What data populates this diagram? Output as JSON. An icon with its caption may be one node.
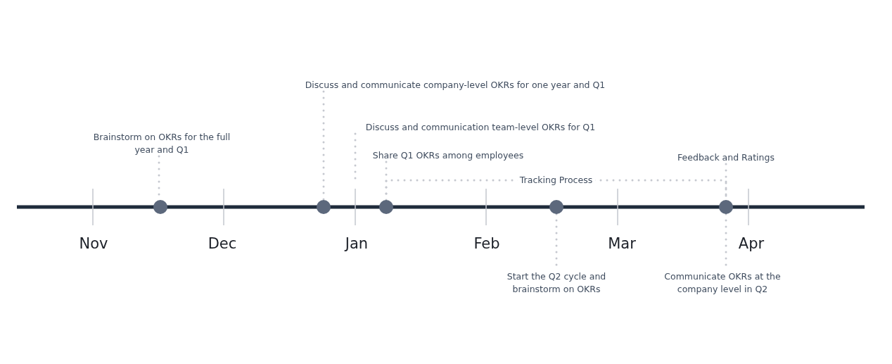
{
  "diagram": {
    "nodes": [
      {
        "text": [
          "Brainstorm on OKRs for the full year and Q1"
        ]
      },
      {
        "text": [],
        "shape": "circle"
      },
      {
        "text": [
          "Discuss and communicate company-level OKRs for one year and Q1"
        ]
      },
      {
        "text": [],
        "shape": "circle"
      },
      {
        "text": [
          "Discuss and communication team-level OKRs for Q1"
        ]
      },
      {
        "text": [
          "Share Q1 OKRs among employees"
        ]
      },
      {
        "text": [],
        "shape": "circle"
      },
      {
        "text": [],
        "shape": "circle"
      },
      {
        "text": [
          "Start the Q2 cycle and brainstorm on OKRs"
        ]
      },
      {
        "text": [
          "Feedback and Ratings"
        ]
      },
      {
        "text": [],
        "shape": "circle"
      },
      {
        "text": [
          "Communicate OKRs at the company level in Q2"
        ]
      }
    ],
    "edges": [
      {
        "from": 0,
        "to": 1,
        "arrow": "none",
        "style": "dashed"
      },
      {
        "from": 2,
        "to": 3,
        "arrow": "none",
        "style": "dashed"
      },
      {
        "from": 4,
        "to": null,
        "arrow": "none",
        "style": "dashed"
      },
      {
        "from": 5,
        "to": 6,
        "arrow": "none",
        "style": "dashed"
      },
      {
        "from": 6,
        "to": 10,
        "arrow": "none",
        "style": "dashed",
        "label": "Tracking Process"
      },
      {
        "from": 7,
        "to": 8,
        "arrow": "none",
        "style": "dashed"
      },
      {
        "from": 9,
        "to": 10,
        "arrow": "none",
        "style": "dashed"
      },
      {
        "from": 10,
        "to": 11,
        "arrow": "none",
        "style": "dashed"
      }
    ],
    "labels": [
      "Nov",
      "Dec",
      "Jan",
      "Feb",
      "Mar",
      "Apr"
    ]
  }
}
